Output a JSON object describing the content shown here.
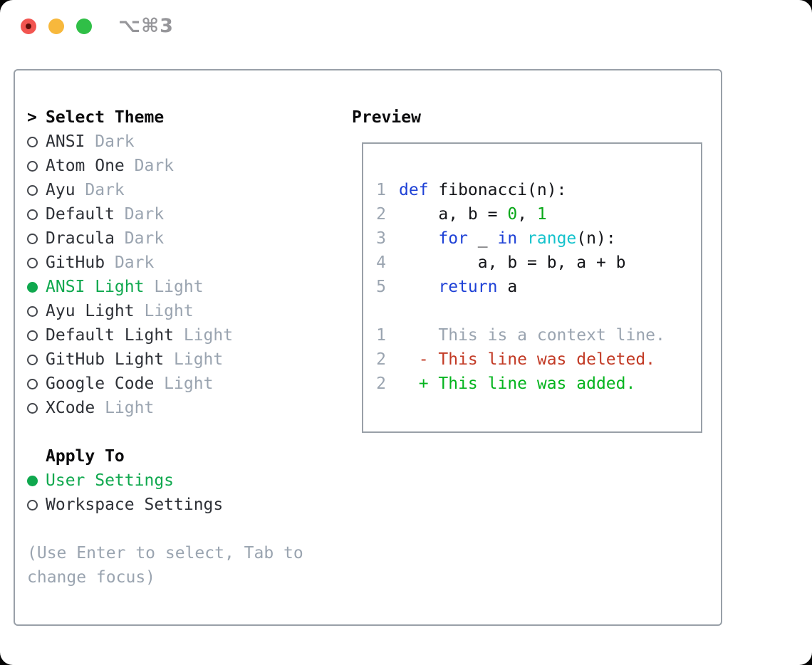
{
  "window": {
    "title": "⌥⌘3"
  },
  "traffic_lights": [
    "close",
    "minimize",
    "zoom"
  ],
  "select_theme": {
    "prompt": ">",
    "header": "Select Theme",
    "options": [
      {
        "name": "ANSI",
        "variant": "Dark",
        "selected": false
      },
      {
        "name": "Atom One",
        "variant": "Dark",
        "selected": false
      },
      {
        "name": "Ayu",
        "variant": "Dark",
        "selected": false
      },
      {
        "name": "Default",
        "variant": "Dark",
        "selected": false
      },
      {
        "name": "Dracula",
        "variant": "Dark",
        "selected": false
      },
      {
        "name": "GitHub",
        "variant": "Dark",
        "selected": false
      },
      {
        "name": "ANSI Light",
        "variant": "Light",
        "selected": true
      },
      {
        "name": "Ayu Light",
        "variant": "Light",
        "selected": false
      },
      {
        "name": "Default Light",
        "variant": "Light",
        "selected": false
      },
      {
        "name": "GitHub Light",
        "variant": "Light",
        "selected": false
      },
      {
        "name": "Google Code",
        "variant": "Light",
        "selected": false
      },
      {
        "name": "XCode",
        "variant": "Light",
        "selected": false
      }
    ]
  },
  "apply_to": {
    "header": "Apply To",
    "options": [
      {
        "label": "User Settings",
        "selected": true
      },
      {
        "label": "Workspace Settings",
        "selected": false
      }
    ]
  },
  "hint": {
    "lines": [
      "(Use Enter to select, Tab to",
      "change focus)"
    ]
  },
  "preview": {
    "header": "Preview",
    "code_lines": [
      {
        "num": "1",
        "tokens": [
          {
            "text": "def",
            "color": "keyword"
          },
          {
            "text": " fibonacci(n):",
            "color": "default"
          }
        ]
      },
      {
        "num": "2",
        "tokens": [
          {
            "text": "    a, b = ",
            "color": "default"
          },
          {
            "text": "0",
            "color": "literal"
          },
          {
            "text": ", ",
            "color": "default"
          },
          {
            "text": "1",
            "color": "literal"
          }
        ]
      },
      {
        "num": "3",
        "tokens": [
          {
            "text": "    ",
            "color": "default"
          },
          {
            "text": "for",
            "color": "keyword"
          },
          {
            "text": " _ ",
            "color": "default"
          },
          {
            "text": "in",
            "color": "keyword"
          },
          {
            "text": " ",
            "color": "default"
          },
          {
            "text": "range",
            "color": "builtin"
          },
          {
            "text": "(n):",
            "color": "default"
          }
        ]
      },
      {
        "num": "4",
        "tokens": [
          {
            "text": "        a, b = b, a + b",
            "color": "default"
          }
        ]
      },
      {
        "num": "5",
        "tokens": [
          {
            "text": "    ",
            "color": "default"
          },
          {
            "text": "return",
            "color": "keyword"
          },
          {
            "text": " a",
            "color": "default"
          }
        ]
      }
    ],
    "diff_lines": [
      {
        "num": "1",
        "tokens": [
          {
            "text": "    This is a context line.",
            "color": "context"
          }
        ]
      },
      {
        "num": "2",
        "tokens": [
          {
            "text": "  - This line was deleted.",
            "color": "deleted"
          }
        ]
      },
      {
        "num": "2",
        "tokens": [
          {
            "text": "  + This line was added.",
            "color": "added"
          }
        ]
      }
    ]
  },
  "colors": {
    "accent_green": "#0fa84e",
    "added_green": "#04b41e",
    "deleted_red": "#c23a25",
    "keyword_blue": "#1e41d6",
    "builtin_cyan": "#14c2cc",
    "literal_green": "#0aa81a",
    "muted_gray": "#9aa4b0",
    "text_dark": "#2e3137",
    "text_black": "#0b0b0d",
    "code_text": "#141519",
    "border_gray": "#99a0a8",
    "traffic_red": "#f25550",
    "traffic_red_dot": "#5e0f0a",
    "traffic_yellow": "#f7b83c",
    "traffic_green": "#30bf47",
    "title_gray": "#96969a"
  }
}
